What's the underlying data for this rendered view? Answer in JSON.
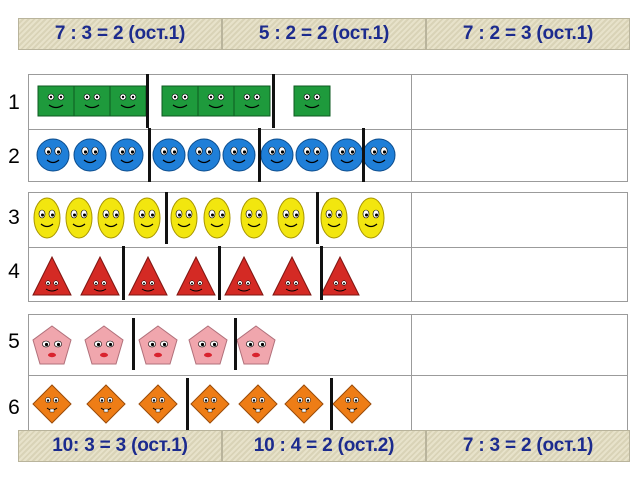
{
  "top_equations": [
    "7 : 3 = 2 (ост.1)",
    "5 : 2 = 2 (ост.1)",
    "7 : 2 = 3 (ост.1)"
  ],
  "bottom_equations": [
    "10: 3 = 3 (ост.1)",
    "10 : 4 = 2 (ост.2)",
    "7 : 3 = 2 (ост.1)"
  ],
  "row_numbers": [
    "1",
    "2",
    "3",
    "4",
    "5",
    "6"
  ],
  "colors": {
    "equation_text": "#1c2b8e",
    "rectangle": "#1e9a3c",
    "circle": "#1f7fd8",
    "oval": "#f2e60f",
    "triangle": "#d42a24",
    "pentagon": "#f0a6ad",
    "diamond": "#ee7d16"
  },
  "rows": [
    {
      "shape": "rectangle",
      "count": 7,
      "divisor": 3
    },
    {
      "shape": "circle",
      "count": 10,
      "divisor": 3
    },
    {
      "shape": "oval",
      "count": 10,
      "divisor": 4
    },
    {
      "shape": "triangle",
      "count": 7,
      "divisor": 2
    },
    {
      "shape": "pentagon",
      "count": 5,
      "divisor": 2
    },
    {
      "shape": "diamond",
      "count": 7,
      "divisor": 3
    }
  ]
}
